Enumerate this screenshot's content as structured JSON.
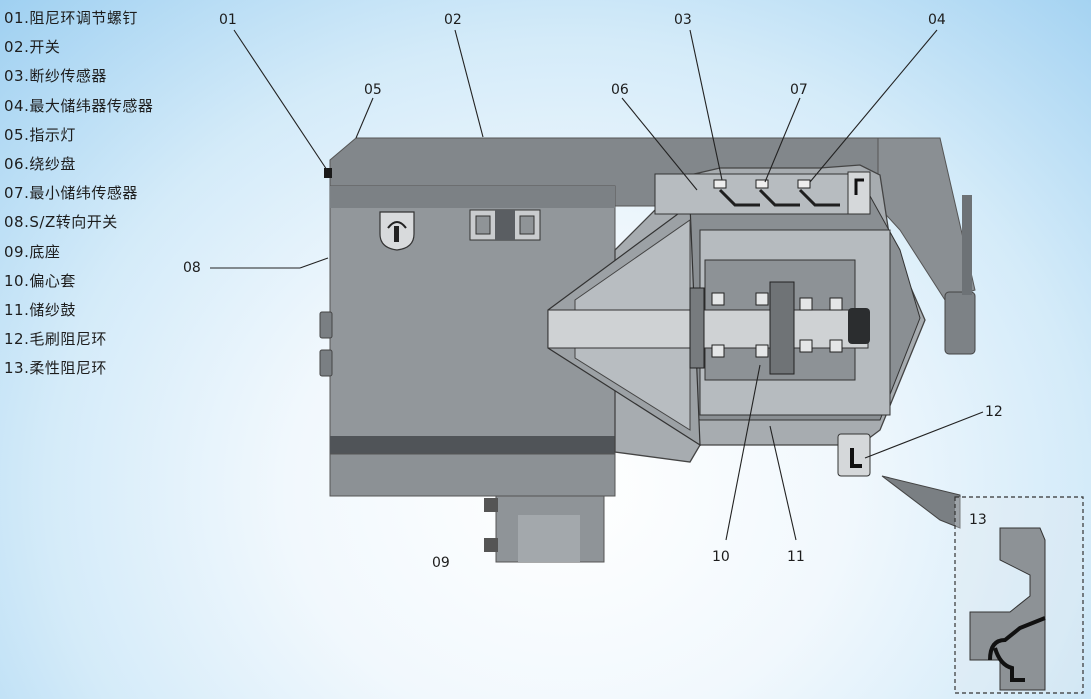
{
  "legend": [
    {
      "num": "01",
      "label": "阻尼环调节螺钉"
    },
    {
      "num": "02",
      "label": "开关"
    },
    {
      "num": "03",
      "label": "断纱传感器"
    },
    {
      "num": "04",
      "label": "最大储纬器传感器"
    },
    {
      "num": "05",
      "label": "指示灯"
    },
    {
      "num": "06",
      "label": "绕纱盘"
    },
    {
      "num": "07",
      "label": "最小储纬传感器"
    },
    {
      "num": "08",
      "label": "S/Z转向开关"
    },
    {
      "num": "09",
      "label": "底座"
    },
    {
      "num": "10",
      "label": "偏心套"
    },
    {
      "num": "11",
      "label": "储纱鼓"
    },
    {
      "num": "12",
      "label": "毛刷阻尼环"
    },
    {
      "num": "13",
      "label": "柔性阻尼环"
    }
  ],
  "callouts": {
    "c01": "01",
    "c02": "02",
    "c03": "03",
    "c04": "04",
    "c05": "05",
    "c06": "06",
    "c07": "07",
    "c08": "08",
    "c09": "09",
    "c10": "10",
    "c11": "11",
    "c12": "12",
    "c13": "13"
  },
  "colors": {
    "body_main": "#8e9397",
    "body_top": "#7c8185",
    "body_dark_band": "#505458",
    "cover": "#979ca0",
    "cover_light": "#b4b9bd",
    "internal_dark": "#3a3d40",
    "background_edge": "#9fd0f1"
  },
  "icons": [
    "sz-direction-icon"
  ]
}
